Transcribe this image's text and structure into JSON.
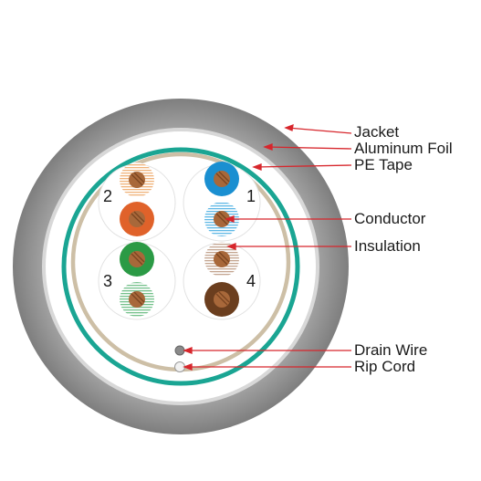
{
  "labels": {
    "jacket": "Jacket",
    "aluminum_foil": "Aluminum Foil",
    "pe_tape": "PE Tape",
    "conductor": "Conductor",
    "insulation": "Insulation",
    "drain_wire": "Drain Wire",
    "rip_cord": "Rip Cord"
  },
  "pairs": [
    {
      "number": "1"
    },
    {
      "number": "2"
    },
    {
      "number": "3"
    },
    {
      "number": "4"
    }
  ],
  "colors": {
    "jacket": "#8e8e8e",
    "jacket_inner": "#cfcfcf",
    "foil": "#1aa593",
    "pe_tape": "#cdbfa6",
    "pointer": "#d7262c",
    "copper": "#a8683a",
    "blue": "#1a8fd1",
    "orange": "#e0622a",
    "green": "#2b9a45",
    "brown": "#6b3e1e"
  }
}
